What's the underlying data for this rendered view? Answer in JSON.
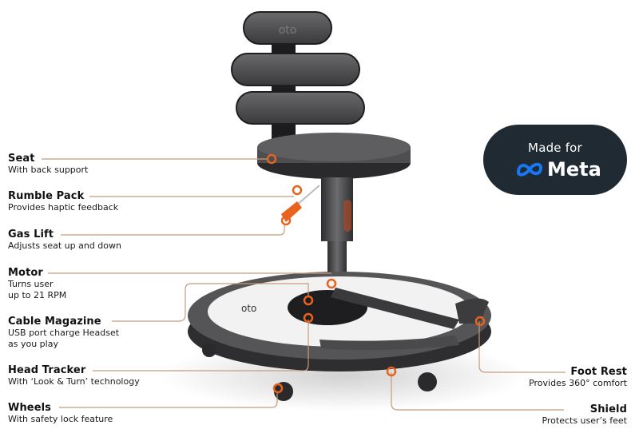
{
  "product_brand_mark": "oto",
  "badge": {
    "made_for": "Made for",
    "brand": "Meta",
    "bg_color": "#1f2a33",
    "logo_color": "#1877f2"
  },
  "colors": {
    "accent": "#e8631e",
    "leader_line": "#c89a7e",
    "chair_dark": "#3c3c3e",
    "chair_mid": "#5a5a5c",
    "platform_white": "#f2f2f2"
  },
  "callouts_left": [
    {
      "title": "Seat",
      "desc": [
        "With back support"
      ]
    },
    {
      "title": "Rumble Pack",
      "desc": [
        "Provides haptic feedback"
      ]
    },
    {
      "title": "Gas Lift",
      "desc": [
        "Adjusts seat up and down"
      ]
    },
    {
      "title": "Motor",
      "desc": [
        "Turns user",
        "up to 21 RPM"
      ]
    },
    {
      "title": "Cable Magazine",
      "desc": [
        "USB port charge Headset",
        "as you play"
      ]
    },
    {
      "title": "Head Tracker",
      "desc": [
        "With ‘Look & Turn’ technology"
      ]
    },
    {
      "title": "Wheels",
      "desc": [
        "With safety lock feature"
      ]
    }
  ],
  "callouts_right": [
    {
      "title": "Foot Rest",
      "desc": [
        "Provides 360° comfort"
      ]
    },
    {
      "title": "Shield",
      "desc": [
        "Protects user’s feet"
      ]
    }
  ]
}
